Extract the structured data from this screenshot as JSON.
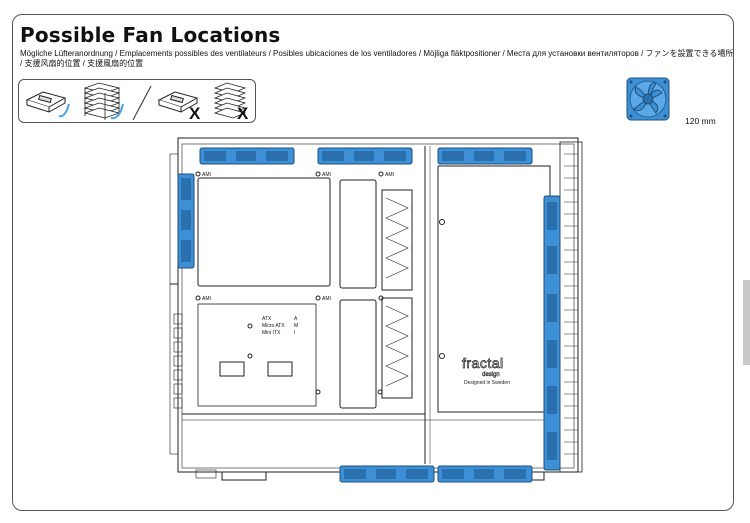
{
  "title": "Possible Fan Locations",
  "subtitle": "Mögliche Lüfteranordnung / Emplacements possibles des ventilateurs / Posibles ubicaciones de los ventiladores / Möjliga fläktpositioner / Места для установки вентиляторов / ファンを設置できる場所 / 支援风扇的位置 / 支援風扇的位置",
  "legend": {
    "fan_size": "120 mm",
    "disallowed_mark": "X"
  },
  "case": {
    "mount_labels": {
      "ami": "AMI",
      "a": "A",
      "m": "M",
      "i": "I",
      "atx": "ATX",
      "micro_atx": "Micro ATX",
      "mini_itx": "Mini ITX"
    },
    "brand": {
      "name": "fractal",
      "sub": "design",
      "tagline": "Designed in Sweden"
    }
  },
  "colors": {
    "fan_blue": "#3d8fd6",
    "fan_dark": "#1f4f7a",
    "outline": "#222222",
    "highlight_blue": "#4aa3e6"
  }
}
